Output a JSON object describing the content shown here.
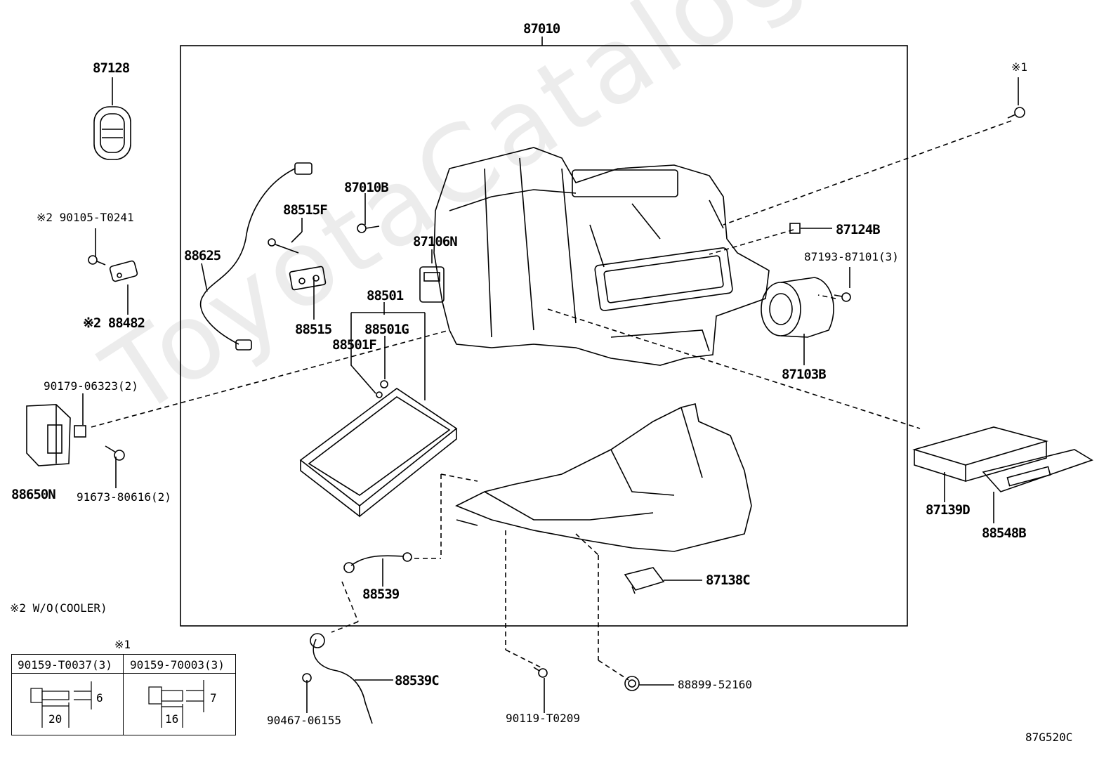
{
  "diagram_code": "87G520C",
  "watermark": "ToyotaCatalogue.ru",
  "labels": {
    "assembly": "87010",
    "p87128": "87128",
    "note1_mark": "※1",
    "p90105": "※2 90105-T0241",
    "p88482": "※2 88482",
    "p87010B": "87010B",
    "p88515F": "88515F",
    "p88625": "88625",
    "p87106N": "87106N",
    "p88515": "88515",
    "p88501": "88501",
    "p88501G": "88501G",
    "p88501F": "88501F",
    "p87124B": "87124B",
    "p87193": "87193-87101(3)",
    "p87103B": "87103B",
    "p90179": "90179-06323(2)",
    "p88650N": "88650N",
    "p91673": "91673-80616(2)",
    "p87139D": "87139D",
    "p88548B": "88548B",
    "p88539": "88539",
    "p87138C": "87138C",
    "note2": "※2 W/O(COOLER)",
    "p88539C": "88539C",
    "p90467": "90467-06155",
    "p90119": "90119-T0209",
    "p88899": "88899-52160"
  },
  "bolt_table": {
    "note_mark": "※1",
    "col1_part": "90159-T0037(3)",
    "col2_part": "90159-70003(3)",
    "col1_length": "20",
    "col1_diameter": "6",
    "col2_length": "16",
    "col2_diameter": "7"
  }
}
